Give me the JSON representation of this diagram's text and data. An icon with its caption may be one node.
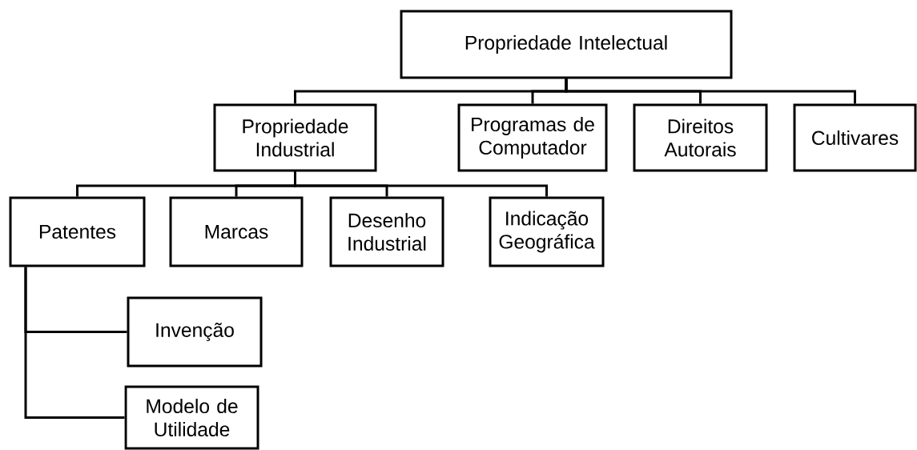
{
  "diagram": {
    "nodes": [
      {
        "text": [
          "Propriedade Intelectual"
        ]
      },
      {
        "text": [
          "Propriedade Industrial"
        ]
      },
      {
        "text": [
          "Programas de Computador"
        ]
      },
      {
        "text": [
          "Direitos Autorais"
        ]
      },
      {
        "text": [
          "Cultivares"
        ]
      },
      {
        "text": [
          "Patentes"
        ]
      },
      {
        "text": [
          "Marcas"
        ]
      },
      {
        "text": [
          "Desenho Industrial"
        ]
      },
      {
        "text": [
          "Indicação Geográfica"
        ]
      },
      {
        "text": [
          "Invenção"
        ]
      },
      {
        "text": [
          "Modelo de Utilidade"
        ]
      }
    ],
    "edges": [
      {
        "from": 0,
        "to": 1,
        "arrow": "none"
      },
      {
        "from": 0,
        "to": 2,
        "arrow": "none"
      },
      {
        "from": 0,
        "to": 3,
        "arrow": "none"
      },
      {
        "from": 0,
        "to": 4,
        "arrow": "none"
      },
      {
        "from": 1,
        "to": 5,
        "arrow": "none"
      },
      {
        "from": 1,
        "to": 6,
        "arrow": "none"
      },
      {
        "from": 1,
        "to": 7,
        "arrow": "none"
      },
      {
        "from": 1,
        "to": 8,
        "arrow": "none"
      },
      {
        "from": 5,
        "to": 9,
        "arrow": "none"
      },
      {
        "from": 5,
        "to": 10,
        "arrow": "none"
      }
    ]
  }
}
